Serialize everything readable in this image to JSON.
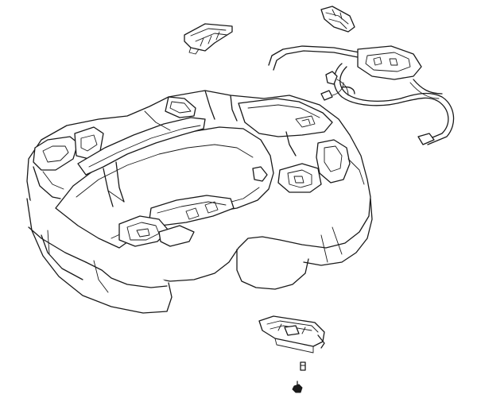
{
  "diagram": {
    "kind": "exploded-parts-view",
    "parts": [
      {
        "name": "chassis-body"
      },
      {
        "name": "upper-left-clip"
      },
      {
        "name": "top-right-clip"
      },
      {
        "name": "wire-harness-frame"
      },
      {
        "name": "bottom-bracket"
      },
      {
        "name": "pin"
      },
      {
        "name": "screw"
      }
    ],
    "colors": {
      "line": "#1a1a1a",
      "background": "#ffffff"
    }
  }
}
